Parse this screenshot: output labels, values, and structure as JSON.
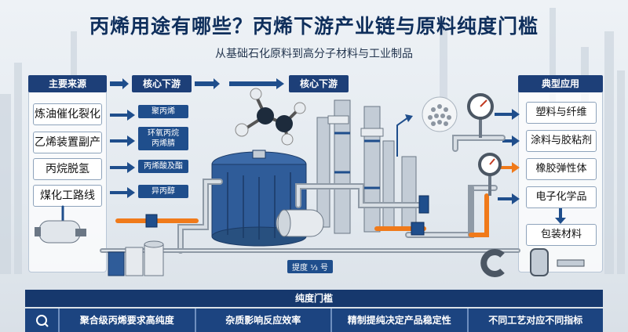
{
  "title": "丙烯用途有哪些？丙烯下游产业链与原料纯度门槛",
  "subtitle": "从基础石化原料到高分子材料与工业制品",
  "sources": {
    "header": "主要来源",
    "items": [
      "炼油催化裂化",
      "乙烯装置副产",
      "丙烷脱氢",
      "煤化工路线"
    ]
  },
  "core_left": {
    "header": "核心下游",
    "products": [
      "聚丙烯",
      "环氧丙烷\n丙烯腈",
      "丙烯酸及酯",
      "异丙醇"
    ]
  },
  "core_center": {
    "header": "核心下游"
  },
  "applications": {
    "header": "典型应用",
    "items": [
      "塑料与纤维",
      "涂料与胶粘剂",
      "橡胶弹性体",
      "电子化学品",
      "包装材料"
    ]
  },
  "purity_tag": "提度 ⅓ 号",
  "purity": {
    "header": "纯度门槛",
    "items": [
      "聚合级丙烯要求高纯度",
      "杂质影响反应效率",
      "精制提纯决定产品稳定性",
      "不同工艺对应不同指标"
    ]
  },
  "colors": {
    "navy": "#16386d",
    "blue": "#1f4e8c",
    "orange": "#f07a1a",
    "steel": "#9aa6b2"
  },
  "icons": [
    "molecule-icon",
    "pellets-icon",
    "pressure-gauge-icon",
    "search-gear-icon"
  ]
}
